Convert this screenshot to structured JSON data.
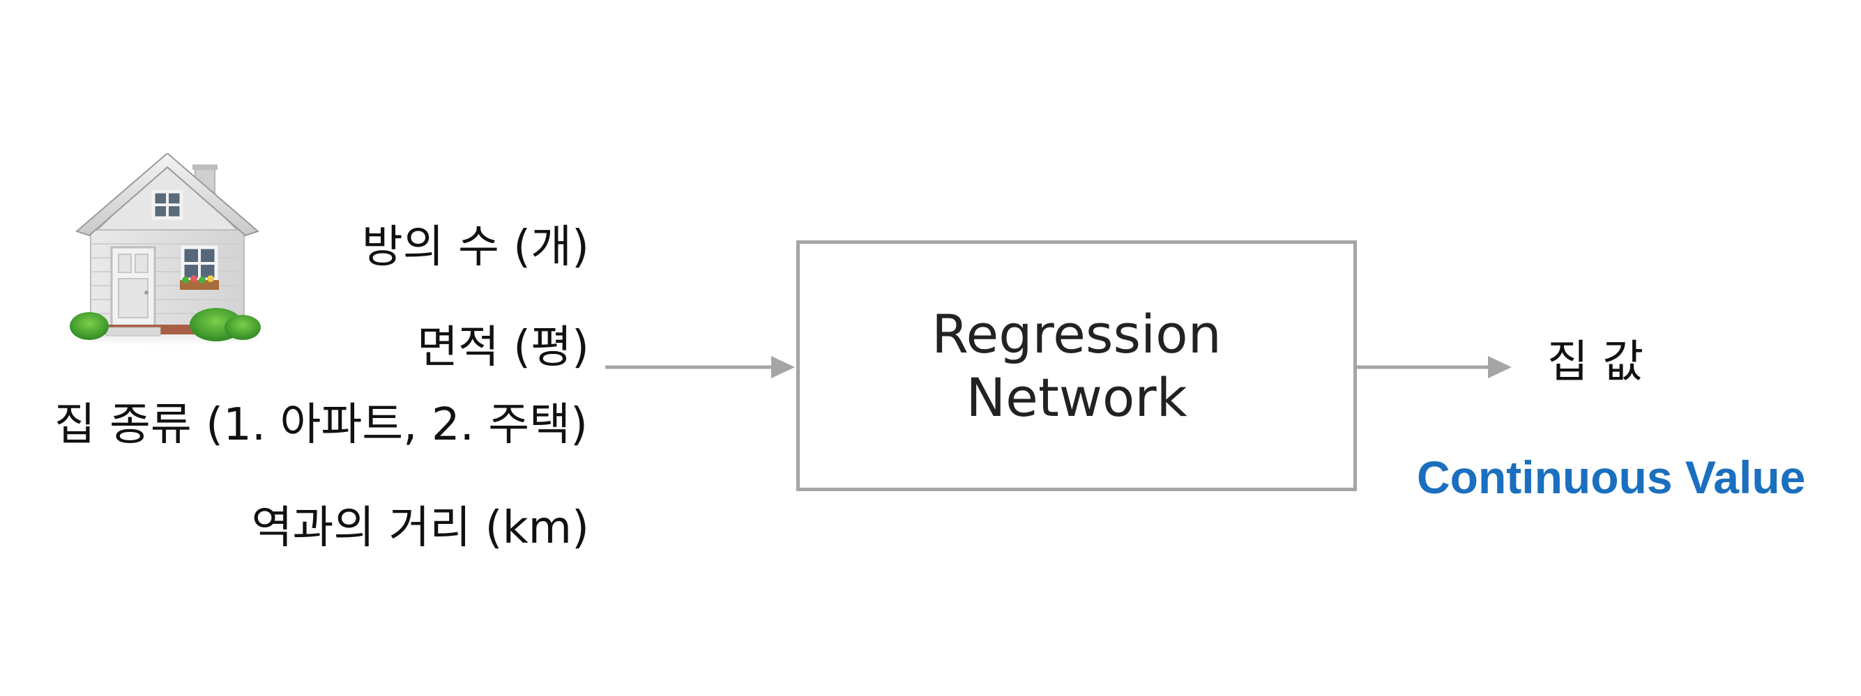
{
  "features": [
    "방의 수 (개)",
    "면적 (평)",
    "집 종류 (1. 아파트, 2. 주택)",
    "역과의 거리 (km)"
  ],
  "model": {
    "line1": "Regression",
    "line2": "Network"
  },
  "output": {
    "label": "집 값",
    "type_label": "Continuous Value"
  },
  "colors": {
    "box_border": "#a5a5a5",
    "arrow": "#a5a5a5",
    "accent": "#1a6fbf"
  },
  "icons": {
    "input_icon": "house-icon"
  }
}
